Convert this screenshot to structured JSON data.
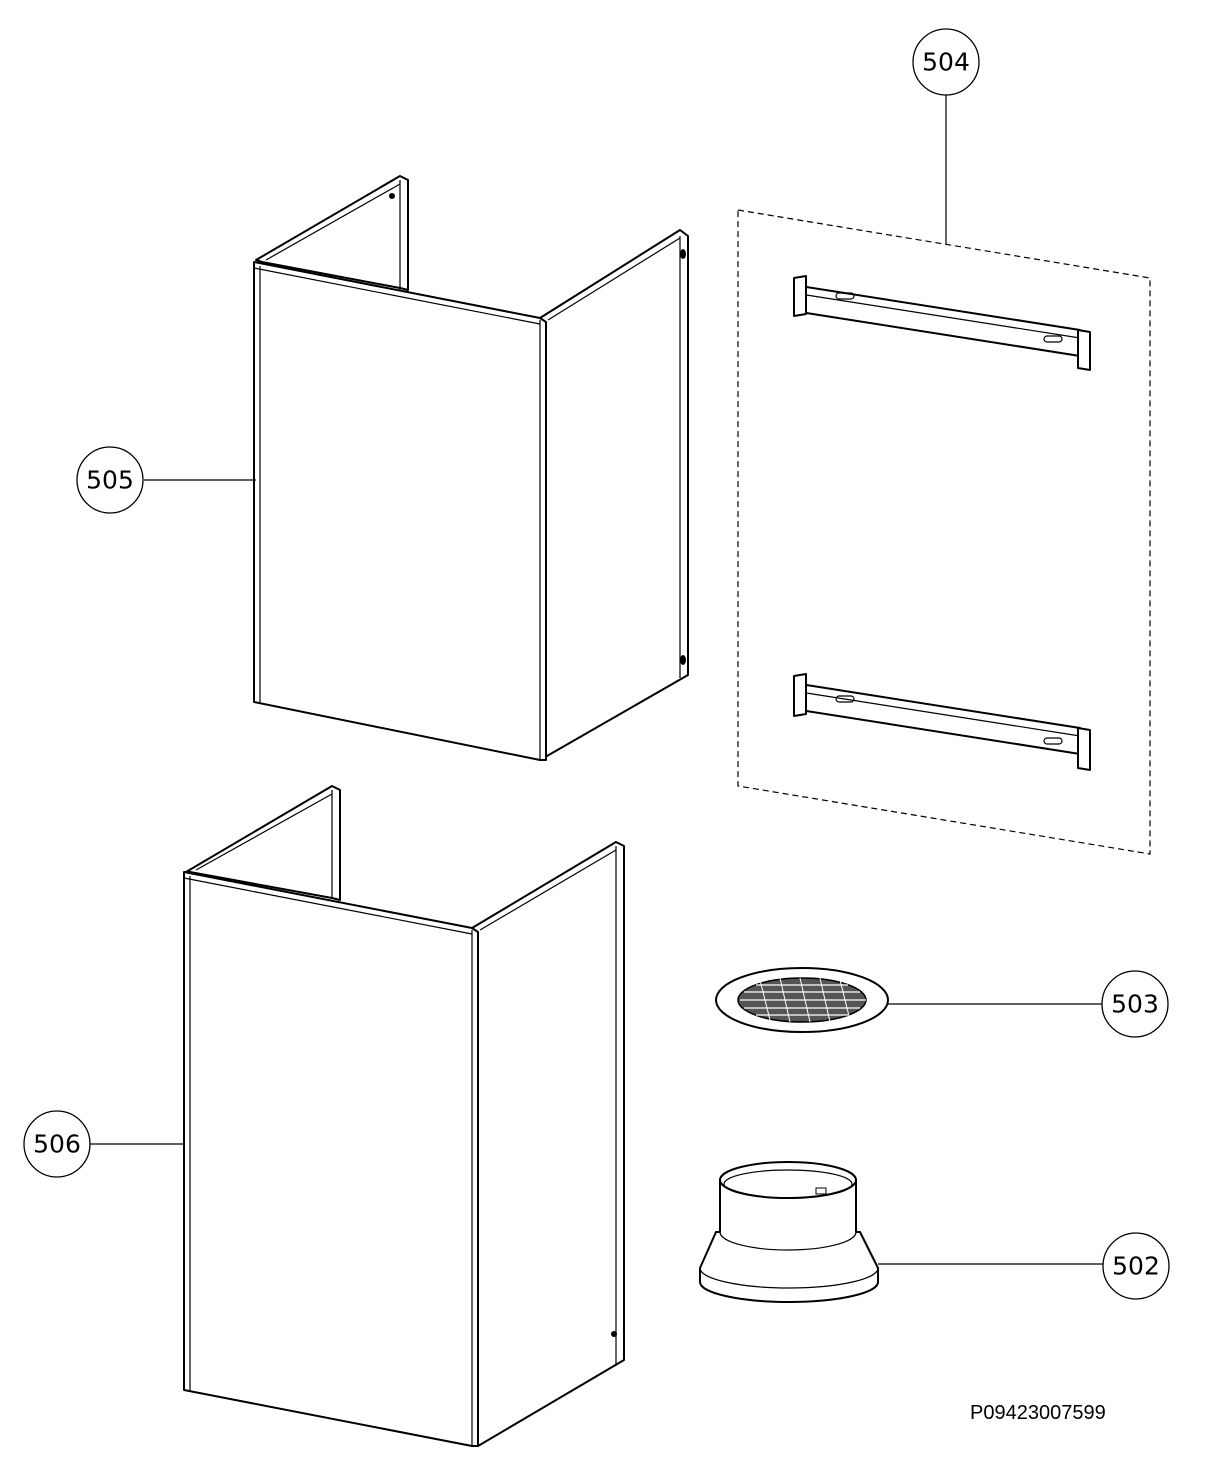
{
  "drawing_number": "P09423007599",
  "callouts": [
    {
      "id": "part-505",
      "label": "505"
    },
    {
      "id": "part-504",
      "label": "504"
    },
    {
      "id": "part-503",
      "label": "503"
    },
    {
      "id": "part-506",
      "label": "506"
    },
    {
      "id": "part-502",
      "label": "502"
    }
  ]
}
